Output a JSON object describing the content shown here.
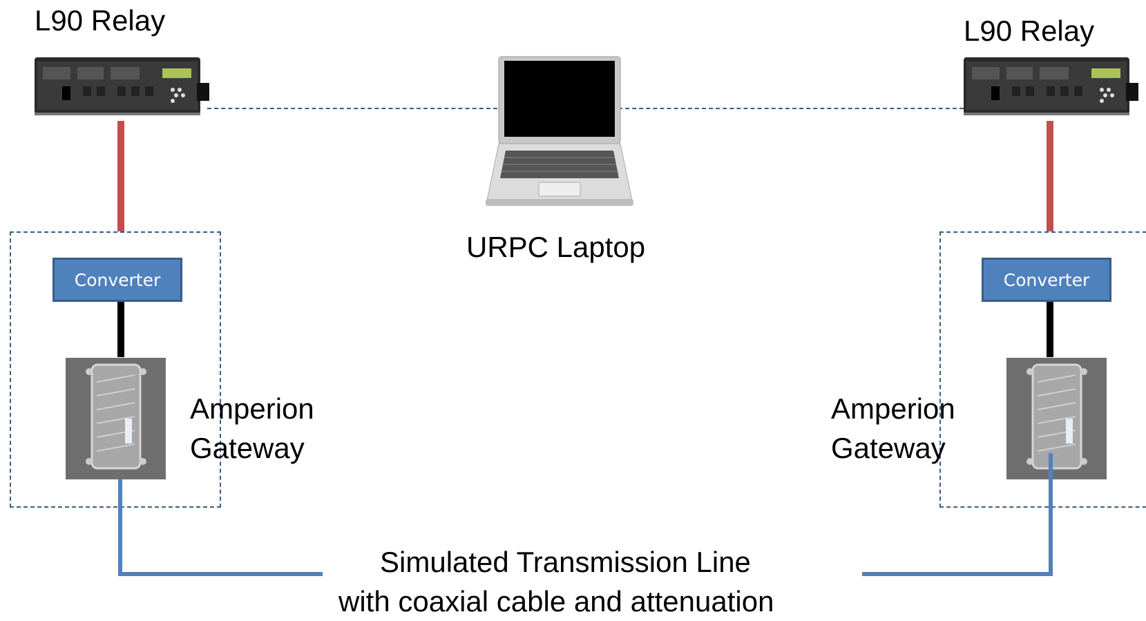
{
  "left": {
    "relay_label": "L90 Relay",
    "converter_label": "Converter",
    "gateway_label_line1": "Amperion",
    "gateway_label_line2": "Gateway"
  },
  "right": {
    "relay_label": "L90 Relay",
    "converter_label": "Converter",
    "gateway_label_line1": "Amperion",
    "gateway_label_line2": "Gateway"
  },
  "laptop_label": "URPC Laptop",
  "line_label_1": "Simulated Transmission Line",
  "line_label_2": "with coaxial cable and attenuation",
  "colors": {
    "relay_link": "#c0504d",
    "converter_link": "#000000",
    "coax_line": "#4f81bd",
    "dashed": "#385d8a",
    "converter_fill": "#4f81bd"
  }
}
